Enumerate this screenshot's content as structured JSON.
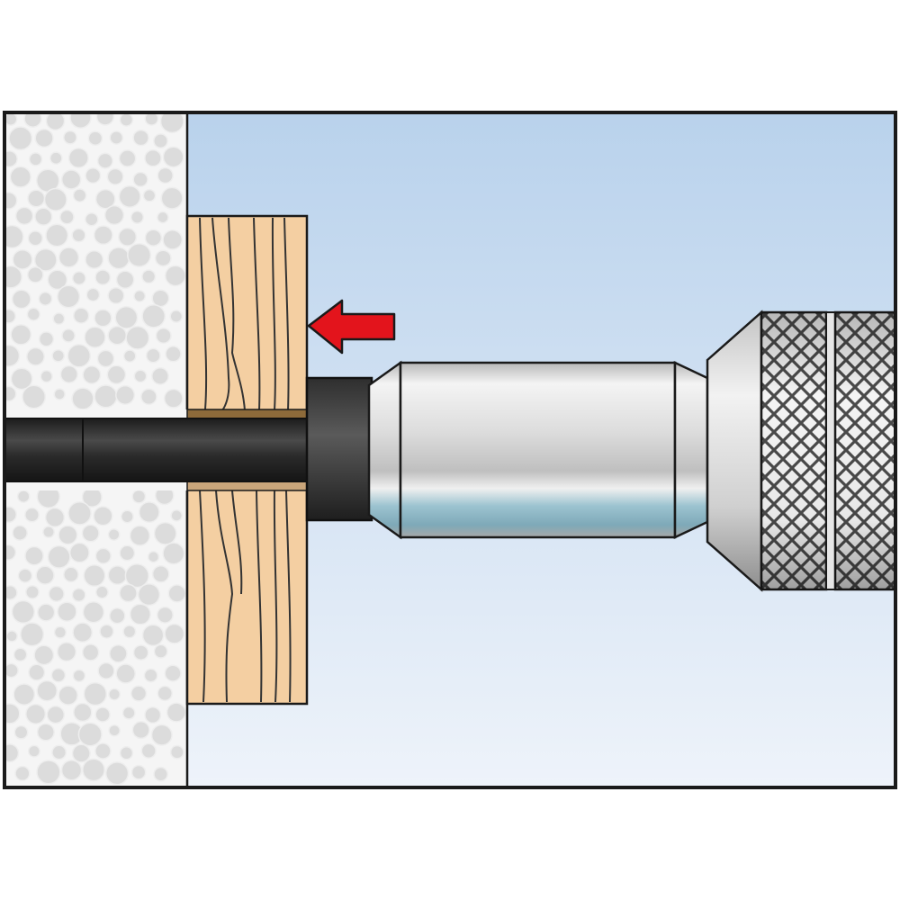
{
  "figure": {
    "kind": "installation-step-illustration",
    "elements": {
      "wall": "porous-wall-section",
      "board": "wooden-board",
      "sleeve": "dark-anchor-sleeve",
      "tool": "setting-tool-with-knurled-grip",
      "arrow": "push-direction-arrow"
    },
    "arrow_direction": "left",
    "colors": {
      "frame": "#1a1a1a",
      "sky_top": "#b9d2ec",
      "sky_bottom": "#eef3fa",
      "wall": "#f4f4f4",
      "wall_dots": "#d9d9d9",
      "wood": "#f4cfa2",
      "wood_grain": "#333333",
      "sleeve": "#2a2a2a",
      "arrow": "#e3141c",
      "metal_light": "#f2f2f2",
      "metal_dark": "#9a9a9a",
      "metal_blue": "#8fb7c6",
      "knurl": "#555555"
    }
  }
}
